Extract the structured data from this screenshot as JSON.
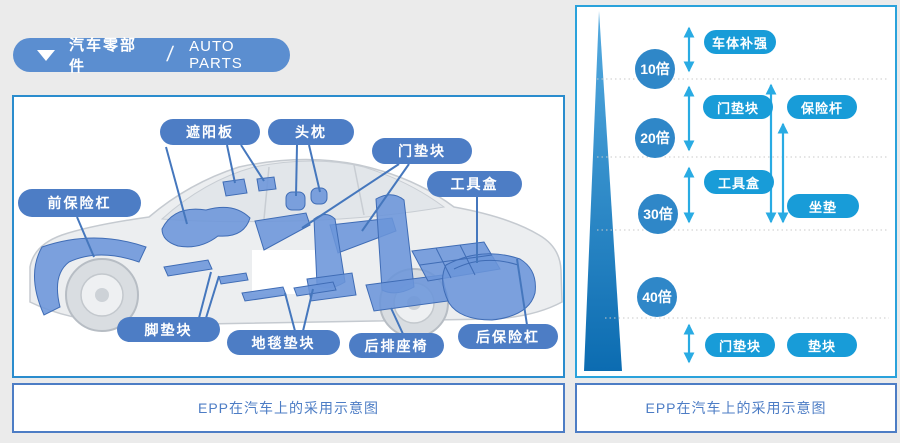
{
  "header": {
    "category_zh": "汽车零部件",
    "separator": "/",
    "category_en": "AUTO PARTS"
  },
  "left_panel": {
    "caption": "EPP在汽车上的采用示意图",
    "labels": [
      {
        "id": "sun-visor",
        "text": "遮阳板"
      },
      {
        "id": "headrest",
        "text": "头枕"
      },
      {
        "id": "door-pad",
        "text": "门垫块"
      },
      {
        "id": "toolbox",
        "text": "工具盒"
      },
      {
        "id": "front-bumper",
        "text": "前保险杠"
      },
      {
        "id": "foot-pad",
        "text": "脚垫块"
      },
      {
        "id": "carpet-pad",
        "text": "地毯垫块"
      },
      {
        "id": "rear-seat",
        "text": "后排座椅"
      },
      {
        "id": "rear-bumper",
        "text": "后保险杠"
      }
    ]
  },
  "right_panel": {
    "caption": "EPP在汽车上的采用示意图",
    "ratios": [
      {
        "text": "10倍"
      },
      {
        "text": "20倍"
      },
      {
        "text": "30倍"
      },
      {
        "text": "40倍"
      }
    ],
    "pills": [
      {
        "id": "body-reinforcement",
        "text": "车体补强"
      },
      {
        "id": "door-pad-20x",
        "text": "门垫块"
      },
      {
        "id": "bumper",
        "text": "保险杆"
      },
      {
        "id": "toolbox",
        "text": "工具盒"
      },
      {
        "id": "seat-cushion",
        "text": "坐垫"
      },
      {
        "id": "door-pad-40x",
        "text": "门垫块"
      },
      {
        "id": "pad",
        "text": "垫块"
      }
    ]
  },
  "colors": {
    "background": "#ebebeb",
    "badge": "#5b8ed0",
    "left_panel_border": "#2a8ccd",
    "right_panel_border": "#2aa2db",
    "left_label": "#4d7dc5",
    "connector_line": "#4577bd",
    "right_pill": "#189cd8",
    "ratio_circle": "#2f87c8",
    "arrow": "#29abe3",
    "wedge_top": "#55abe0",
    "wedge_bottom": "#0c6cb1",
    "caption_blue": "#4d7dc5"
  }
}
